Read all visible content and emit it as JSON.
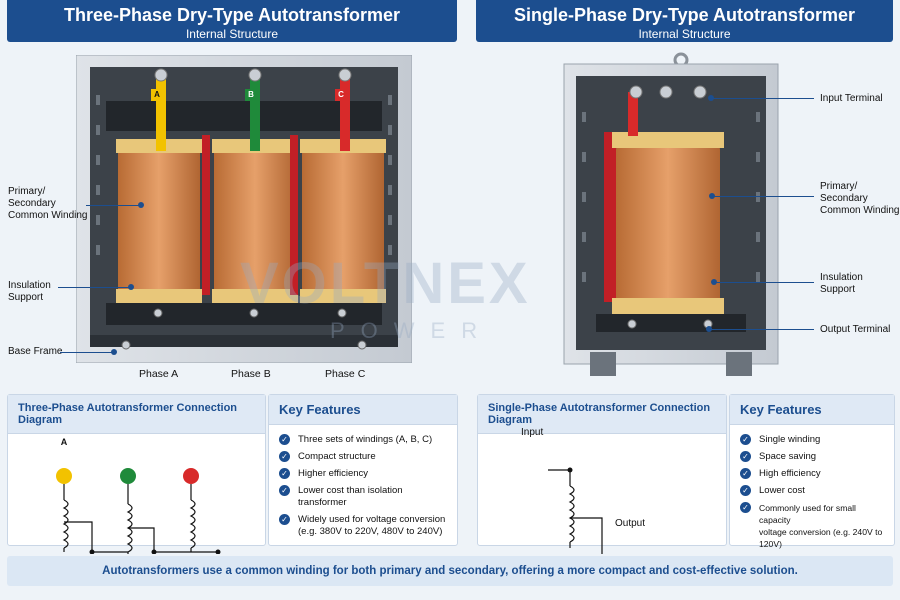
{
  "left": {
    "title": "Three-Phase Dry-Type Autotransformer",
    "subtitle": "Internal Structure",
    "labels": {
      "winding": "Primary/\nSecondary\nCommon Winding",
      "insulation": "Insulation\nSupport",
      "base": "Base Frame"
    },
    "phase_a_tag": "A",
    "phase_b_tag": "B",
    "phase_c_tag": "C",
    "phases": [
      "Phase A",
      "Phase B",
      "Phase C"
    ],
    "diagram_title": "Three-Phase Autotransformer Connection Diagram",
    "features_title": "Key Features",
    "features": [
      "Three sets of windings (A, B, C)",
      "Compact structure",
      "Higher efficiency",
      "Lower cost than isolation transformer",
      "Widely used for voltage conversion\n(e.g. 380V to 220V, 480V to 240V)"
    ]
  },
  "right": {
    "title": "Single-Phase Dry-Type Autotransformer",
    "subtitle": "Internal Structure",
    "labels": {
      "input": "Input Terminal",
      "winding": "Primary/\nSecondary\nCommon Winding",
      "insulation": "Insulation\nSupport",
      "output": "Output Terminal"
    },
    "diagram_title": "Single-Phase Autotransformer Connection Diagram",
    "diagram_input": "Input",
    "diagram_output": "Output",
    "features_title": "Key Features",
    "features": [
      "Single winding",
      "Space saving",
      "High efficiency",
      "Lower cost",
      "Commonly used for small capacity\nvoltage conversion (e.g. 240V to 120V)"
    ]
  },
  "watermark": {
    "brand": "VOLTNEX",
    "sub": "POWER"
  },
  "footer": "Autotransformers use a common winding for both primary and secondary, offering a more compact and cost-effective solution.",
  "colors": {
    "accent": "#1c4e8f",
    "phase_a": "#f2c200",
    "phase_b": "#1f8a3a",
    "phase_c": "#d82a2a",
    "copper": "#cf8a52"
  }
}
